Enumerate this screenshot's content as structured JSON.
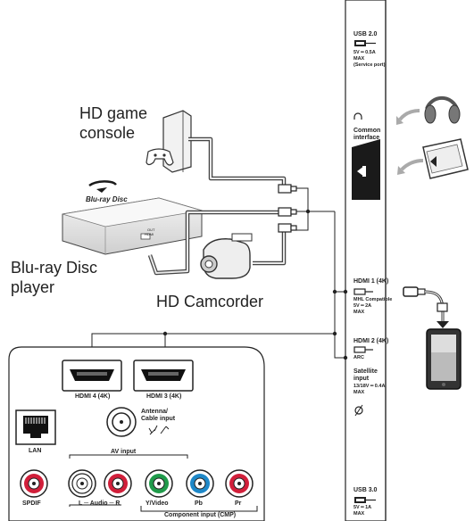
{
  "devices": {
    "game_console": {
      "line1": "HD game",
      "line2": "console"
    },
    "bluray": {
      "logo": "Blu-ray Disc",
      "line1": "Blu-ray Disc",
      "line2": "player",
      "out_label": "OUT",
      "hdmi_label": "HDMI"
    },
    "camcorder": {
      "label": "HD Camcorder"
    }
  },
  "side_panel": {
    "usb2": {
      "title": "USB 2.0",
      "spec1": "5V ━ 0.5A",
      "spec2": "MAX",
      "spec3": "(Service port)"
    },
    "headphone": {
      "icon": "∩"
    },
    "common_interface": {
      "line1": "Common",
      "line2": "interface"
    },
    "hdmi1": {
      "title": "HDMI 1 (4K)",
      "spec1": "MHL Compatible",
      "spec2": "5V ━ 2A",
      "spec3": "MAX"
    },
    "hdmi2": {
      "title": "HDMI 2 (4K)",
      "spec1": "ARC"
    },
    "satellite": {
      "line1": "Satellite",
      "line2": "input",
      "spec1": "13/18V ━ 0.4A",
      "spec2": "MAX"
    },
    "usb3": {
      "title": "USB 3.0",
      "spec1": "5V ━ 1A",
      "spec2": "MAX"
    }
  },
  "bottom_panel": {
    "hdmi4": "HDMI 4 (4K)",
    "hdmi3": "HDMI 3 (4K)",
    "lan": "LAN",
    "antenna_line1": "Antenna/",
    "antenna_line2": "Cable input",
    "av_input": "AV input",
    "spdif": "SPDIF",
    "audio": "L ─ Audio ─ R",
    "yvideo": "Y/Video",
    "pb": "Pb",
    "pr": "Pr",
    "component": "Component input (CMP)"
  },
  "colors": {
    "spdif": "#d11f3a",
    "audio_white": "#ffffff",
    "audio_red": "#d11f3a",
    "y_green": "#1f9a4a",
    "pb_blue": "#1e88c8",
    "pr_red": "#d11f3a"
  }
}
